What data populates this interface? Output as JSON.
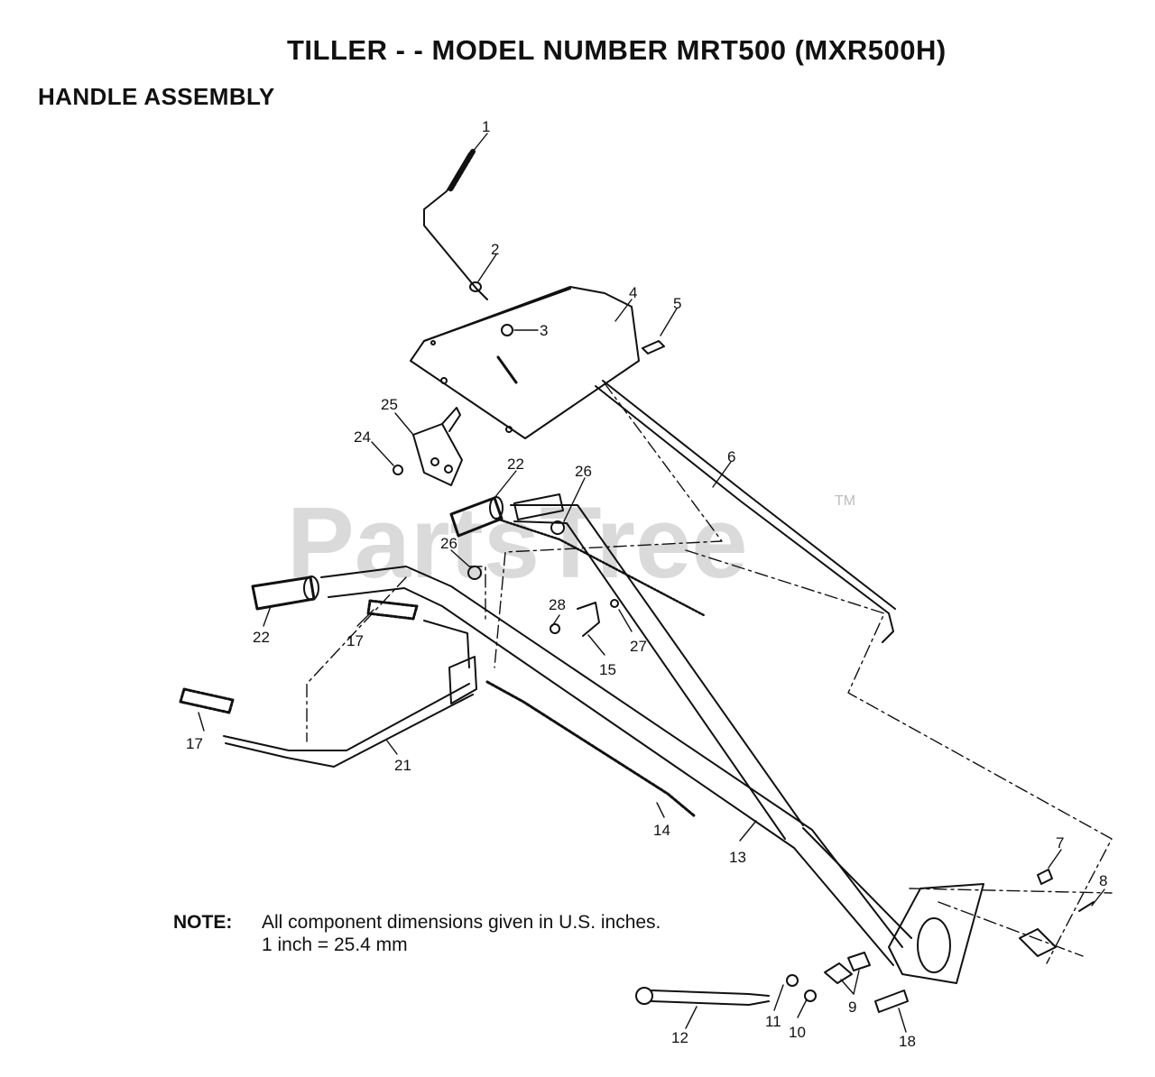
{
  "title": "TILLER - - MODEL NUMBER MRT500 (MXR500H)",
  "subtitle": "HANDLE ASSEMBLY",
  "note": {
    "label": "NOTE:",
    "line1": "All component dimensions given in U.S. inches.",
    "line2": "1 inch = 25.4 mm"
  },
  "watermark": {
    "text": "PartsTree",
    "tm": "TM"
  },
  "callouts": [
    "1",
    "2",
    "3",
    "4",
    "5",
    "6",
    "25",
    "24",
    "22",
    "26",
    "26",
    "22",
    "17",
    "28",
    "27",
    "15",
    "17",
    "21",
    "14",
    "13",
    "7",
    "8",
    "9",
    "11",
    "10",
    "12",
    "18"
  ]
}
